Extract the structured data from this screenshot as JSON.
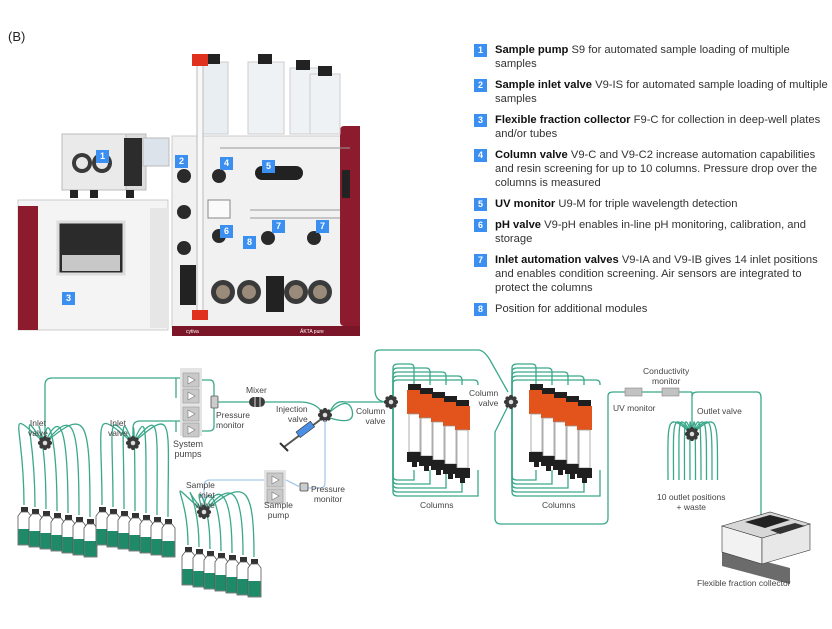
{
  "panel_label": "(B)",
  "photo": {
    "badges": [
      "1",
      "2",
      "3",
      "4",
      "5",
      "6",
      "7",
      "7",
      "8"
    ],
    "brand_left": "cytiva",
    "brand_right": "ÄKTA pure"
  },
  "legend": [
    {
      "num": "1",
      "title": "Sample pump",
      "text": " S9 for automated  sample loading of multiple samples"
    },
    {
      "num": "2",
      "title": "Sample inlet valve",
      "text": " V9-IS for automated  sample loading of multiple samples"
    },
    {
      "num": "3",
      "title": "Flexible fraction collector",
      "text": " F9-C for collection in deep-well plates and/or tubes"
    },
    {
      "num": "4",
      "title": "Column valve",
      "text": " V9-C and V9-C2 increase automation capabilities and resin screening for up to 10 columns. Pressure drop over the columns is measured"
    },
    {
      "num": "5",
      "title": "UV monitor",
      "text": " U9-M for triple wavelength detection"
    },
    {
      "num": "6",
      "title": "pH valve",
      "text": " V9-pH enables in-line pH monitoring, calibration, and storage"
    },
    {
      "num": "7",
      "title": "Inlet automation valves",
      "text": " V9-IA and V9-IB gives 14 inlet positions and enables condition screening. Air sensors are integrated to protect the columns"
    },
    {
      "num": "8",
      "title": "",
      "text": "Position for additional modules"
    }
  ],
  "diagram": {
    "labels": {
      "inlet_valve_1": "Inlet\nvalve",
      "inlet_valve_2": "Inlet\nvalve",
      "system_pumps": "System\npumps",
      "mixer": "Mixer",
      "pressure_monitor_1": "Pressure\nmonitor",
      "injection_valve": "Injection\nvalve",
      "column_valve_1": "Column\nvalve",
      "column_valve_2": "Column\nvalve",
      "columns_1": "Columns",
      "columns_2": "Columns",
      "sample_inlet_valve": "Sample\ninlet\nvalve",
      "sample_pump": "Sample\npump",
      "pressure_monitor_2": "Pressure\nmonitor",
      "uv_monitor": "UV monitor",
      "conductivity_monitor": "Conductivity\nmonitor",
      "outlet_valve": "Outlet valve",
      "outlet_positions": "10 outlet positions\n+ waste",
      "fraction_collector": "Flexible fraction collector"
    },
    "colors": {
      "tubing": "#3aa88a",
      "sample_tubing": "#a9c9ea",
      "liquid": "#1f8a68",
      "column_top": "#e2541c",
      "badge": "#3b8ff0",
      "instrument_red": "#8c1b2e"
    }
  }
}
